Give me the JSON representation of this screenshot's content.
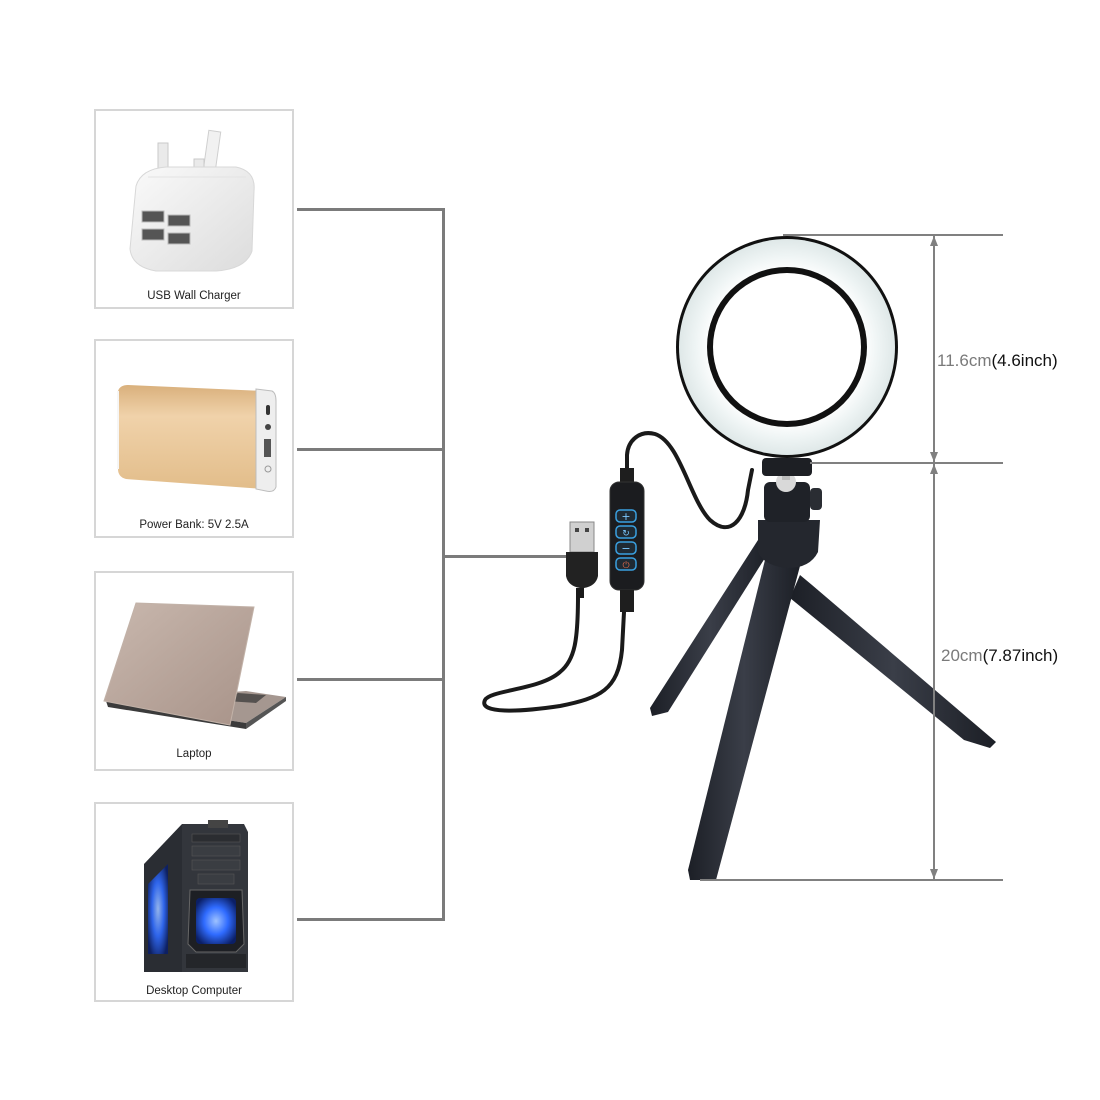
{
  "power_sources": [
    {
      "id": "usb-wall-charger",
      "label": "USB Wall Charger"
    },
    {
      "id": "power-bank",
      "label": "Power Bank: 5V 2.5A"
    },
    {
      "id": "laptop",
      "label": "Laptop"
    },
    {
      "id": "desktop-computer",
      "label": "Desktop Computer"
    }
  ],
  "product": {
    "name_icon": "ring-light-with-tripod",
    "controller_buttons": [
      {
        "icon": "plus-icon",
        "symbol": "+"
      },
      {
        "icon": "mode-cycle-icon",
        "symbol": "↻"
      },
      {
        "icon": "minus-icon",
        "symbol": "−"
      },
      {
        "icon": "power-icon",
        "symbol": "⏻"
      }
    ],
    "connector_icon": "usb-a-plug"
  },
  "dimensions": {
    "ring": {
      "cm": "11.6cm",
      "inch": "(4.6inch)"
    },
    "tripod": {
      "cm": "20cm",
      "inch": "(7.87inch)"
    }
  },
  "colors": {
    "connector_line": "#7b7b7b",
    "card_border": "#d6d6d6",
    "dimension_line": "#808080",
    "controller_accent": "#3aa0e0",
    "powerbank_gold": "#e8c79c",
    "desktop_blue": "#2f6bff"
  }
}
